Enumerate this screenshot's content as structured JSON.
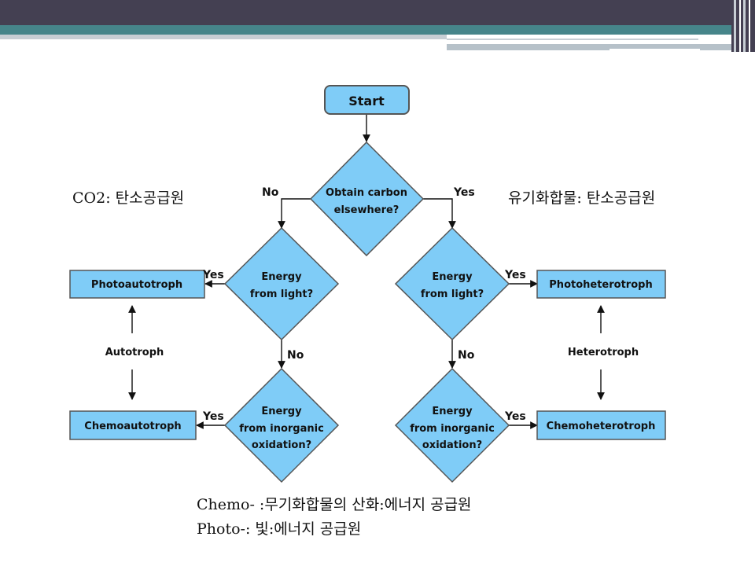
{
  "colors": {
    "node_fill": "#7fccf7",
    "node_stroke": "#555555",
    "header_dark": "#444052",
    "header_teal": "#46858a"
  },
  "nodes": {
    "start": "Start",
    "obtain_carbon": [
      "Obtain carbon",
      "elsewhere?"
    ],
    "energy_light_left": [
      "Energy",
      "from light?"
    ],
    "energy_light_right": [
      "Energy",
      "from light?"
    ],
    "energy_inorganic_left": [
      "Energy",
      "from inorganic",
      "oxidation?"
    ],
    "energy_inorganic_right": [
      "Energy",
      "from inorganic",
      "oxidation?"
    ],
    "photoautotroph": "Photoautotroph",
    "chemoautotroph": "Chemoautotroph",
    "photoheterotroph": "Photoheterotroph",
    "chemoheterotroph": "Chemoheterotroph"
  },
  "edge_labels": {
    "no_top": "No",
    "yes_top": "Yes",
    "yes_photoauto": "Yes",
    "no_left": "No",
    "yes_chemoauto": "Yes",
    "yes_photohetero": "Yes",
    "no_right": "No",
    "yes_chemohetero": "Yes"
  },
  "group_labels": {
    "autotroph": "Autotroph",
    "heterotroph": "Heterotroph"
  },
  "notes": {
    "co2": "CO2: 탄소공급원",
    "organic": "유기화합물: 탄소공급원",
    "chemo": "Chemo- :무기화합물의 산화:에너지 공급원",
    "photo": "Photo-: 빛:에너지 공급원"
  }
}
